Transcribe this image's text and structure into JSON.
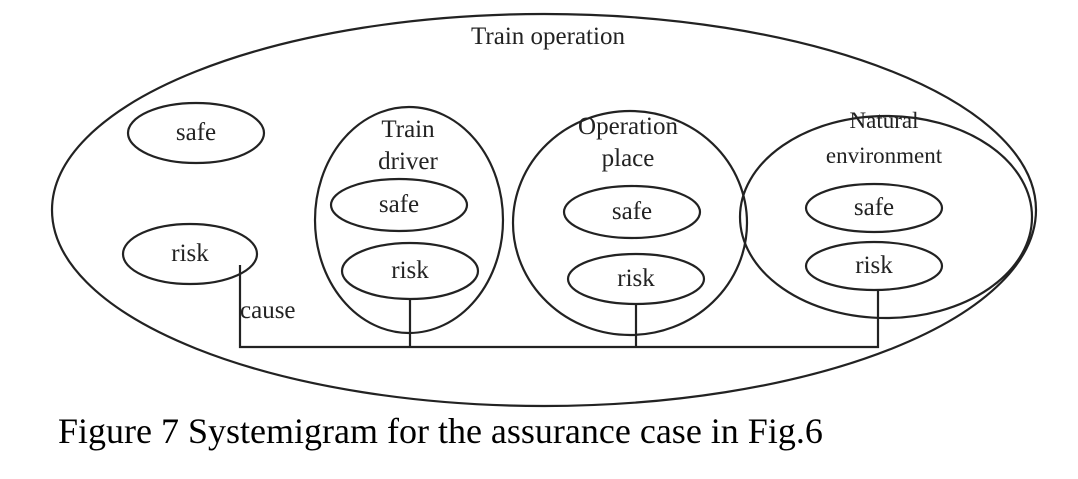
{
  "diagram": {
    "outer_label": "Train operation",
    "unassigned": {
      "safe": "safe",
      "risk": "risk"
    },
    "subsystems": [
      {
        "id": "train-driver",
        "label_lines": [
          "Train",
          "driver"
        ],
        "safe": "safe",
        "risk": "risk"
      },
      {
        "id": "operation-place",
        "label_lines": [
          "Operation",
          "place"
        ],
        "safe": "safe",
        "risk": "risk"
      },
      {
        "id": "natural-environment",
        "label_lines": [
          "Natural",
          "environment"
        ],
        "safe": "safe",
        "risk": "risk"
      }
    ],
    "connector_label": "cause"
  },
  "caption": "Figure 7 Systemigram for the assurance case in Fig.6"
}
